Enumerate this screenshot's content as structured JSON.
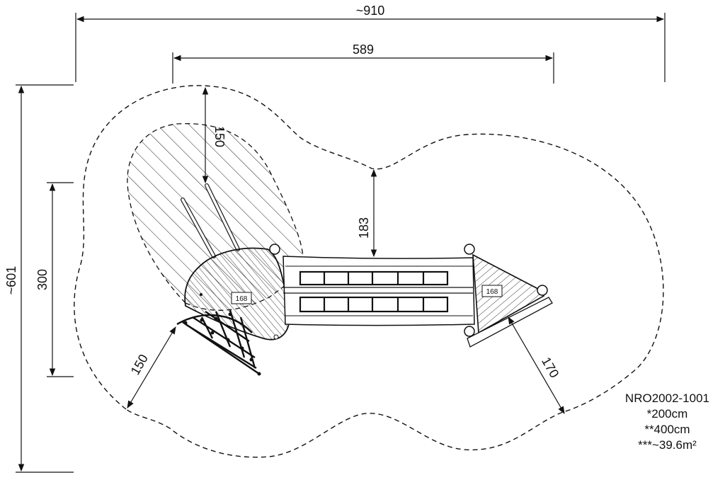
{
  "dimensions": {
    "overall_width": "~910",
    "structure_width": "589",
    "overall_depth": "~601",
    "structure_depth": "300",
    "slide_zone": "150",
    "top_zone": "150",
    "center_zone": "183",
    "right_zone": "170"
  },
  "tags": {
    "platform_left": "168",
    "platform_right": "168"
  },
  "spec": {
    "code": "NRO2002-1001",
    "line1": "*200cm",
    "line2": "**400cm",
    "line3": "***~39.6m²"
  }
}
